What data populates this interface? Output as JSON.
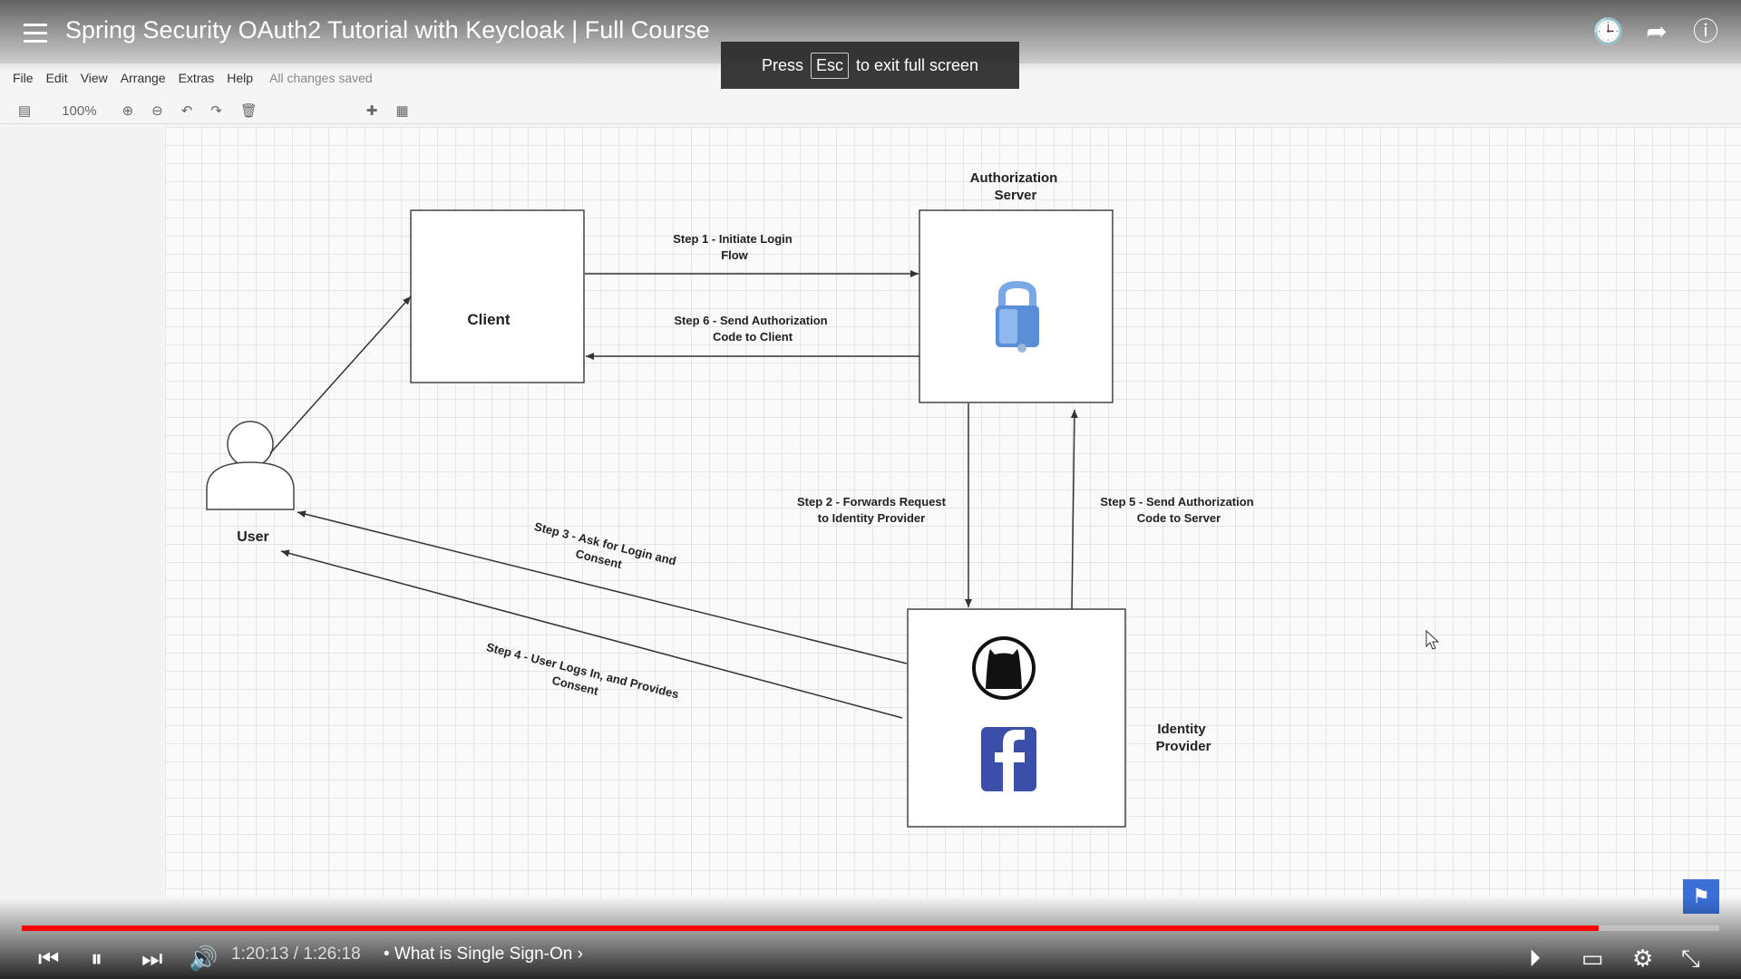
{
  "video": {
    "title": "Spring Security OAuth2 Tutorial with Keycloak | Full Course",
    "current_time": "1:20:13",
    "duration": "1:26:18",
    "separator": " / ",
    "chapter": "• What is Single Sign-On ›",
    "progress": 0.9287
  },
  "fullscreen_tip": {
    "prefix": "Press",
    "key": "Esc",
    "suffix": "to exit full screen"
  },
  "drawio": {
    "menu": [
      "File",
      "Edit",
      "View",
      "Arrange",
      "Extras",
      "Help"
    ],
    "status": "All changes saved",
    "zoom": "100%"
  },
  "diagram": {
    "client": "Client",
    "auth_server": [
      "Authorization",
      "Server"
    ],
    "user": "User",
    "identity_provider": [
      "Identity",
      "Provider"
    ],
    "step1": [
      "Step 1 - Initiate Login",
      "Flow"
    ],
    "step6": [
      "Step 6 - Send Authorization",
      "Code to Client"
    ],
    "step2": [
      "Step 2 - Forwards Request",
      "to Identity Provider"
    ],
    "step5": [
      "Step 5 - Send Authorization",
      "Code to Server"
    ],
    "step3": [
      "Step 3 - Ask for Login and",
      "Consent"
    ],
    "step4": [
      "Step 4 - User Logs In, and Provides",
      "Consent"
    ]
  },
  "icons": {
    "lock": "padlock-icon",
    "github": "github-icon",
    "facebook": "facebook-icon",
    "user": "user-icon"
  },
  "colors": {
    "progress": "#ff0000",
    "lock": "#5a8fd8",
    "facebook": "#3b4fa8",
    "flag": "#3b6fd6"
  }
}
